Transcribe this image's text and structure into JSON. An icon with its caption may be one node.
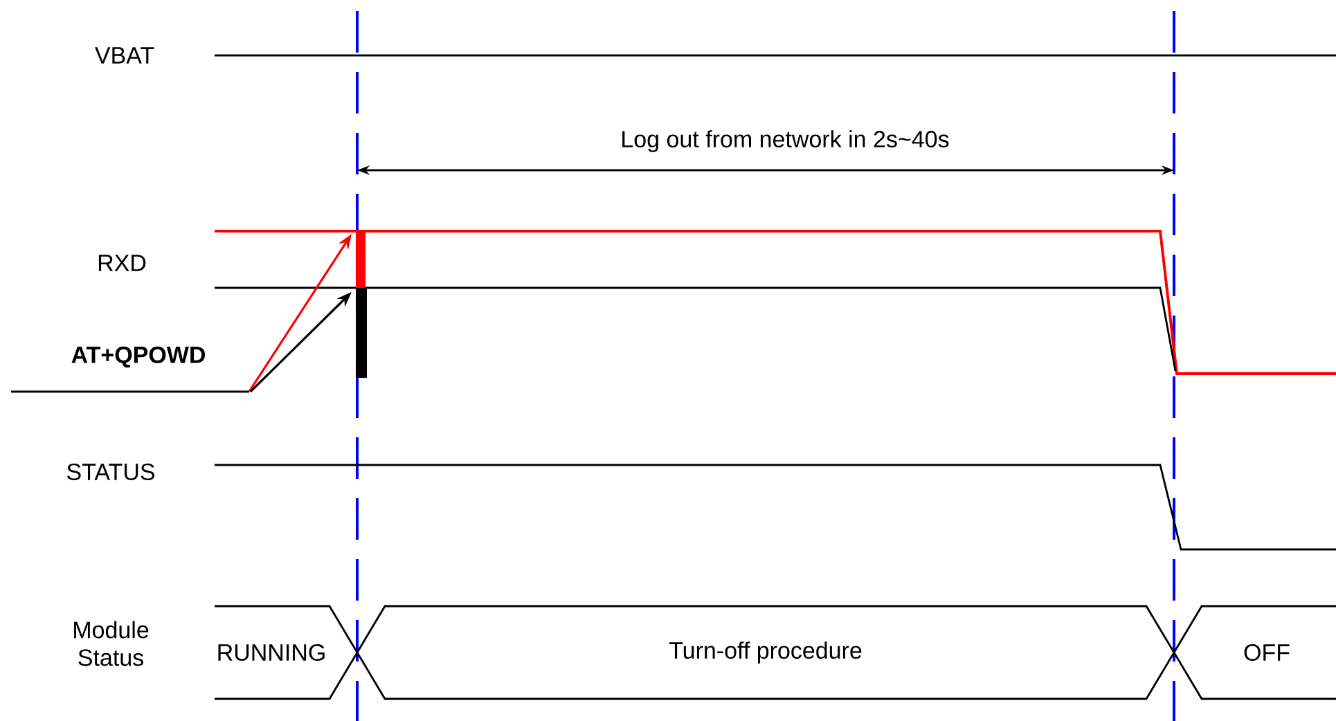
{
  "diagram": {
    "nodes": [
      {
        "text": [
          "RUNNING"
        ]
      },
      {
        "text": [
          "Turn-off procedure"
        ]
      },
      {
        "text": [
          "OFF"
        ]
      }
    ],
    "labels": [
      "VBAT",
      "Log out from network in 2s~40s",
      "RXD",
      "AT+QPOWD",
      "STATUS",
      "Module Status"
    ]
  }
}
